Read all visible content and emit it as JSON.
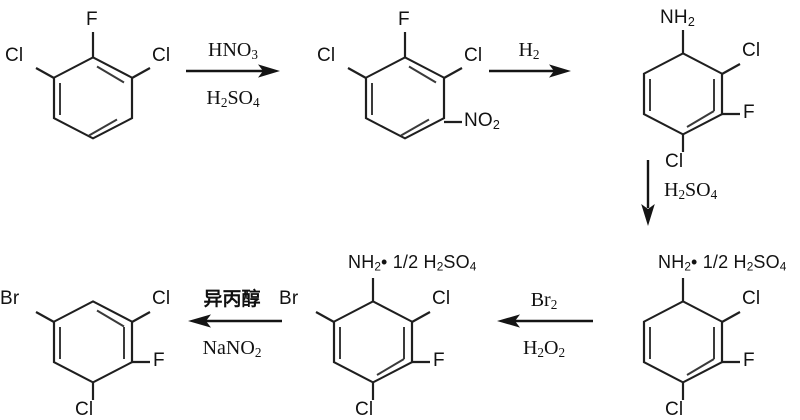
{
  "scheme": {
    "title": "Synthetic route scheme",
    "type": "chemical-reaction-scheme",
    "structures": [
      {
        "id": "s1",
        "name": "1,3-dichloro-2-fluorobenzene",
        "labels": {
          "top": "F",
          "upper_left": "Cl",
          "upper_right": "Cl"
        }
      },
      {
        "id": "s2",
        "name": "1,3-dichloro-2-fluoro-4-nitrobenzene",
        "labels": {
          "top": "F",
          "upper_left": "Cl",
          "upper_right": "Cl",
          "lower_right": "NO",
          "lower_right_sub": "2"
        }
      },
      {
        "id": "s3",
        "name": "2,4-dichloro-3-fluoroaniline",
        "labels": {
          "top": "NH",
          "top_sub": "2",
          "upper_right": "Cl",
          "lower_right": "F",
          "bottom": "Cl"
        }
      },
      {
        "id": "s4",
        "name": "2,4-dichloro-3-fluoroaniline hemisulfate",
        "labels": {
          "top": "NH",
          "top_sub": "2",
          "salt": "• 1/2 H",
          "salt_sub1": "2",
          "salt_mid": "SO",
          "salt_sub2": "4",
          "upper_right": "Cl",
          "lower_right": "F",
          "bottom": "Cl"
        }
      },
      {
        "id": "s5",
        "name": "6-bromo-2,4-dichloro-3-fluoroaniline hemisulfate",
        "labels": {
          "top": "NH",
          "top_sub": "2",
          "salt": "• 1/2 H",
          "salt_sub1": "2",
          "salt_mid": "SO",
          "salt_sub2": "4",
          "upper_left": "Br",
          "upper_right": "Cl",
          "lower_right": "F",
          "bottom": "Cl"
        }
      },
      {
        "id": "s6",
        "name": "1-bromo-3,5-dichloro-4-fluorobenzene",
        "labels": {
          "upper_left": "Br",
          "upper_right": "Cl",
          "lower_right": "F",
          "bottom": "Cl"
        }
      }
    ],
    "arrows": [
      {
        "id": "a1",
        "direction": "right",
        "above": "HNO",
        "above_sub": "3",
        "below": "H",
        "below_sub1": "2",
        "below_mid": "SO",
        "below_sub2": "4"
      },
      {
        "id": "a2",
        "direction": "right",
        "above": "H",
        "above_sub": "2",
        "below": ""
      },
      {
        "id": "a3",
        "direction": "down",
        "side": "H",
        "side_sub1": "2",
        "side_mid": "SO",
        "side_sub2": "4"
      },
      {
        "id": "a4",
        "direction": "left",
        "above": "Br",
        "above_sub": "2",
        "below": "H",
        "below_sub1": "2",
        "below_mid": "O",
        "below_sub2": "2"
      },
      {
        "id": "a5",
        "direction": "left",
        "above": "异丙醇",
        "below": "NaNO",
        "below_sub": "2"
      }
    ]
  }
}
